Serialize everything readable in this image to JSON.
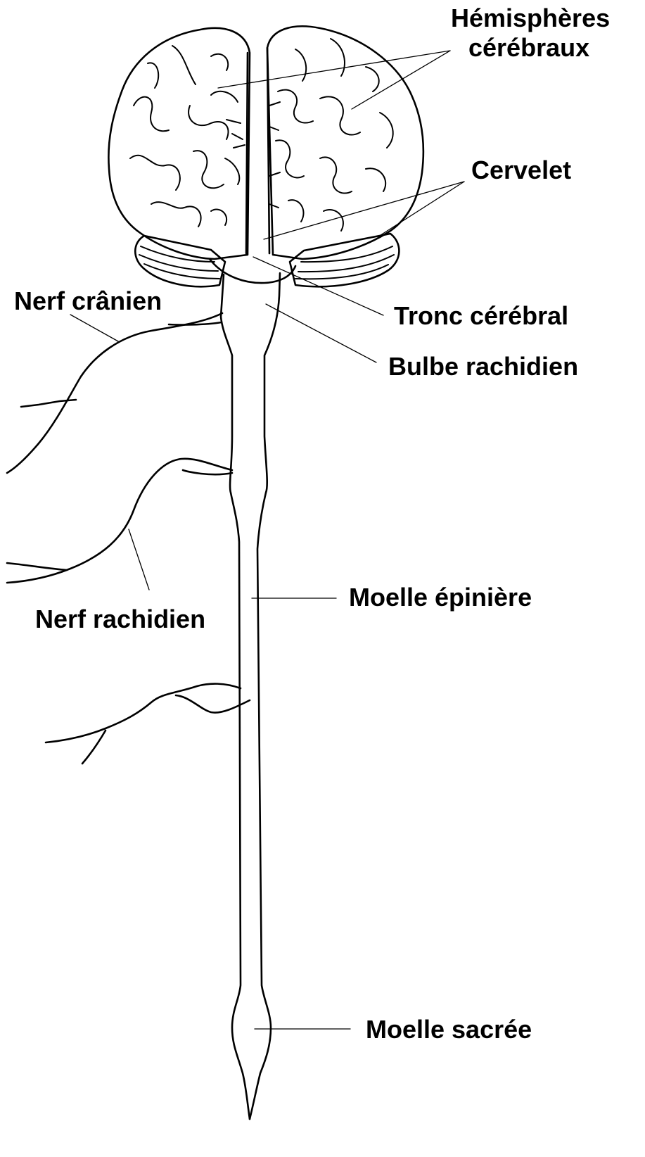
{
  "labels": {
    "hemispheres_line1": "Hémisphères",
    "hemispheres_line2": "cérébraux",
    "cervelet": "Cervelet",
    "tronc": "Tronc cérébral",
    "bulbe": "Bulbe rachidien",
    "nerf_cranien": "Nerf crânien",
    "nerf_rachidien": "Nerf rachidien",
    "moelle_epiniere": "Moelle épinière",
    "moelle_sacree": "Moelle sacrée"
  },
  "colors": {
    "ink": "#000000",
    "background": "#ffffff"
  }
}
